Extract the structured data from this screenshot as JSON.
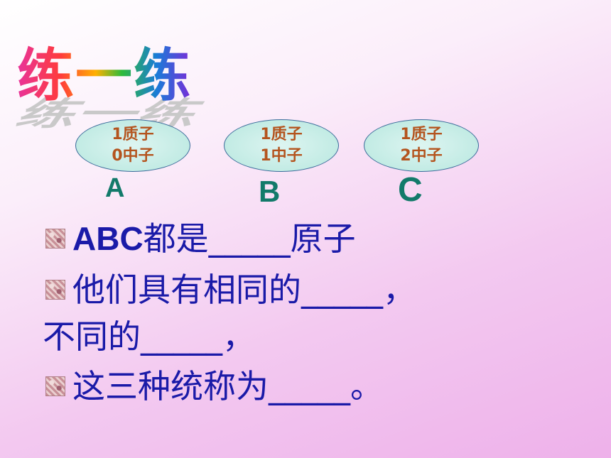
{
  "title": "练一练",
  "options": [
    {
      "line1": "1质子",
      "line2": "0中子",
      "letter": "A"
    },
    {
      "line1": "1质子",
      "line2": "1中子",
      "letter": "B"
    },
    {
      "line1": "1质子",
      "line2": "2中子",
      "letter": "C"
    }
  ],
  "questions": {
    "q1_prefix": "ABC",
    "q1_text": "都是_____原子",
    "q2_text": "他们具有相同的_____，",
    "q2_cont": "不同的_____，",
    "q3_text": "这三种统称为_____。"
  }
}
